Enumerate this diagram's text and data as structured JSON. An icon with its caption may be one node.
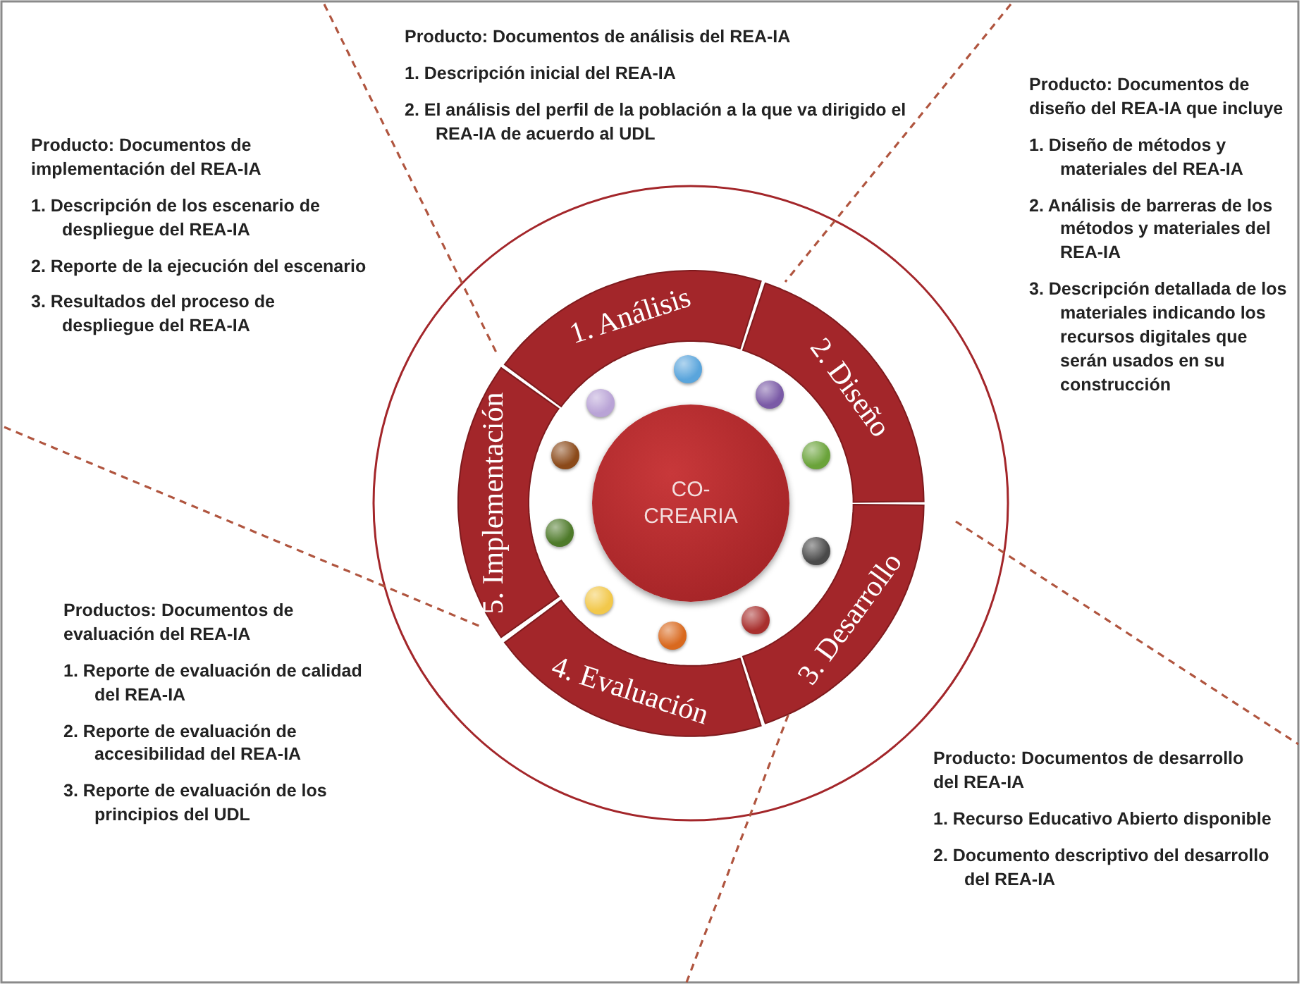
{
  "diagram": {
    "nodes": [
      {
        "text": [
          "1. Análisis"
        ]
      },
      {
        "text": [
          "2. Diseño"
        ]
      },
      {
        "text": [
          "3. Desarrollo"
        ]
      },
      {
        "text": [
          "4. Evaluación"
        ]
      },
      {
        "text": [
          "5. Implementación"
        ]
      },
      {
        "text": [
          "CO-CREARIA"
        ]
      },
      {
        "text": [],
        "shape": "circle"
      },
      {
        "text": [],
        "shape": "circle"
      },
      {
        "text": [],
        "shape": "circle"
      },
      {
        "text": [],
        "shape": "circle"
      },
      {
        "text": [],
        "shape": "circle"
      },
      {
        "text": [],
        "shape": "circle"
      },
      {
        "text": [],
        "shape": "circle"
      },
      {
        "text": [],
        "shape": "circle"
      },
      {
        "text": [],
        "shape": "circle"
      },
      {
        "text": [],
        "shape": "circle"
      }
    ],
    "labels": [
      "Producto: Documentos de análisis del REA-IA",
      "1. Descripción inicial del REA-IA",
      "2. El análisis del perfil de la población a la que va dirigido el REA-IA de acuerdo al UDL",
      "Producto: Documentos de diseño del REA-IA que incluye",
      "1. Diseño de métodos y materiales del REA-IA",
      "2. Análisis de barreras de los métodos y materiales del REA-IA",
      "3. Descripción detallada de los materiales indicando los recursos digitales que serán usados en su construcción",
      "Producto: Documentos de implementación del REA-IA",
      "1. Descripción de los escenario de despliegue del REA-IA",
      "2. Reporte de la ejecución del escenario",
      "3. Resultados del proceso de despliegue del REA-IA",
      "Productos: Documentos de evaluación del REA-IA",
      "1. Reporte de evaluación de calidad del REA-IA",
      "2. Reporte de evaluación de accesibilidad del REA-IA",
      "3. Reporte de evaluación de los principios del UDL",
      "Producto: Documentos de desarrollo del REA-IA",
      "1. Recurso Educativo Abierto disponible",
      "2. Documento descriptivo del desarrollo del REA-IA"
    ]
  }
}
